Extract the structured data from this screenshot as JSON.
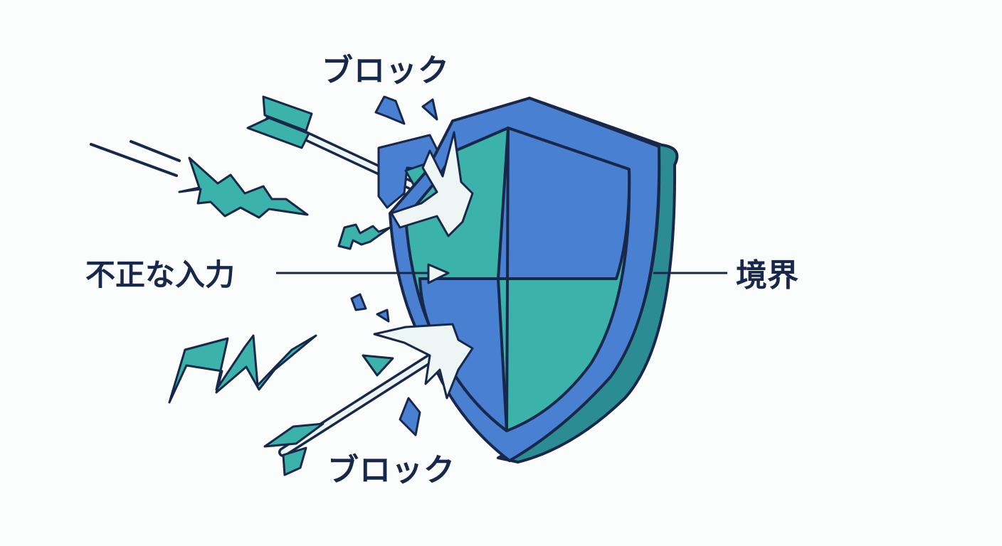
{
  "labels": {
    "blocked_top": "ブロック",
    "blocked_bottom": "ブロック",
    "invalid_input": "不正な入力",
    "boundary": "境界"
  },
  "colors": {
    "shield_blue": "#4a80d2",
    "shield_teal": "#3cb3aa",
    "shield_side": "#2b8c93",
    "outline": "#18284a",
    "impact": "#eef5f5",
    "background": "#fbfcfc"
  },
  "icons": [
    "shield-icon",
    "arrow-icon",
    "lightning-icon",
    "shard-icon",
    "impact-burst-icon"
  ]
}
